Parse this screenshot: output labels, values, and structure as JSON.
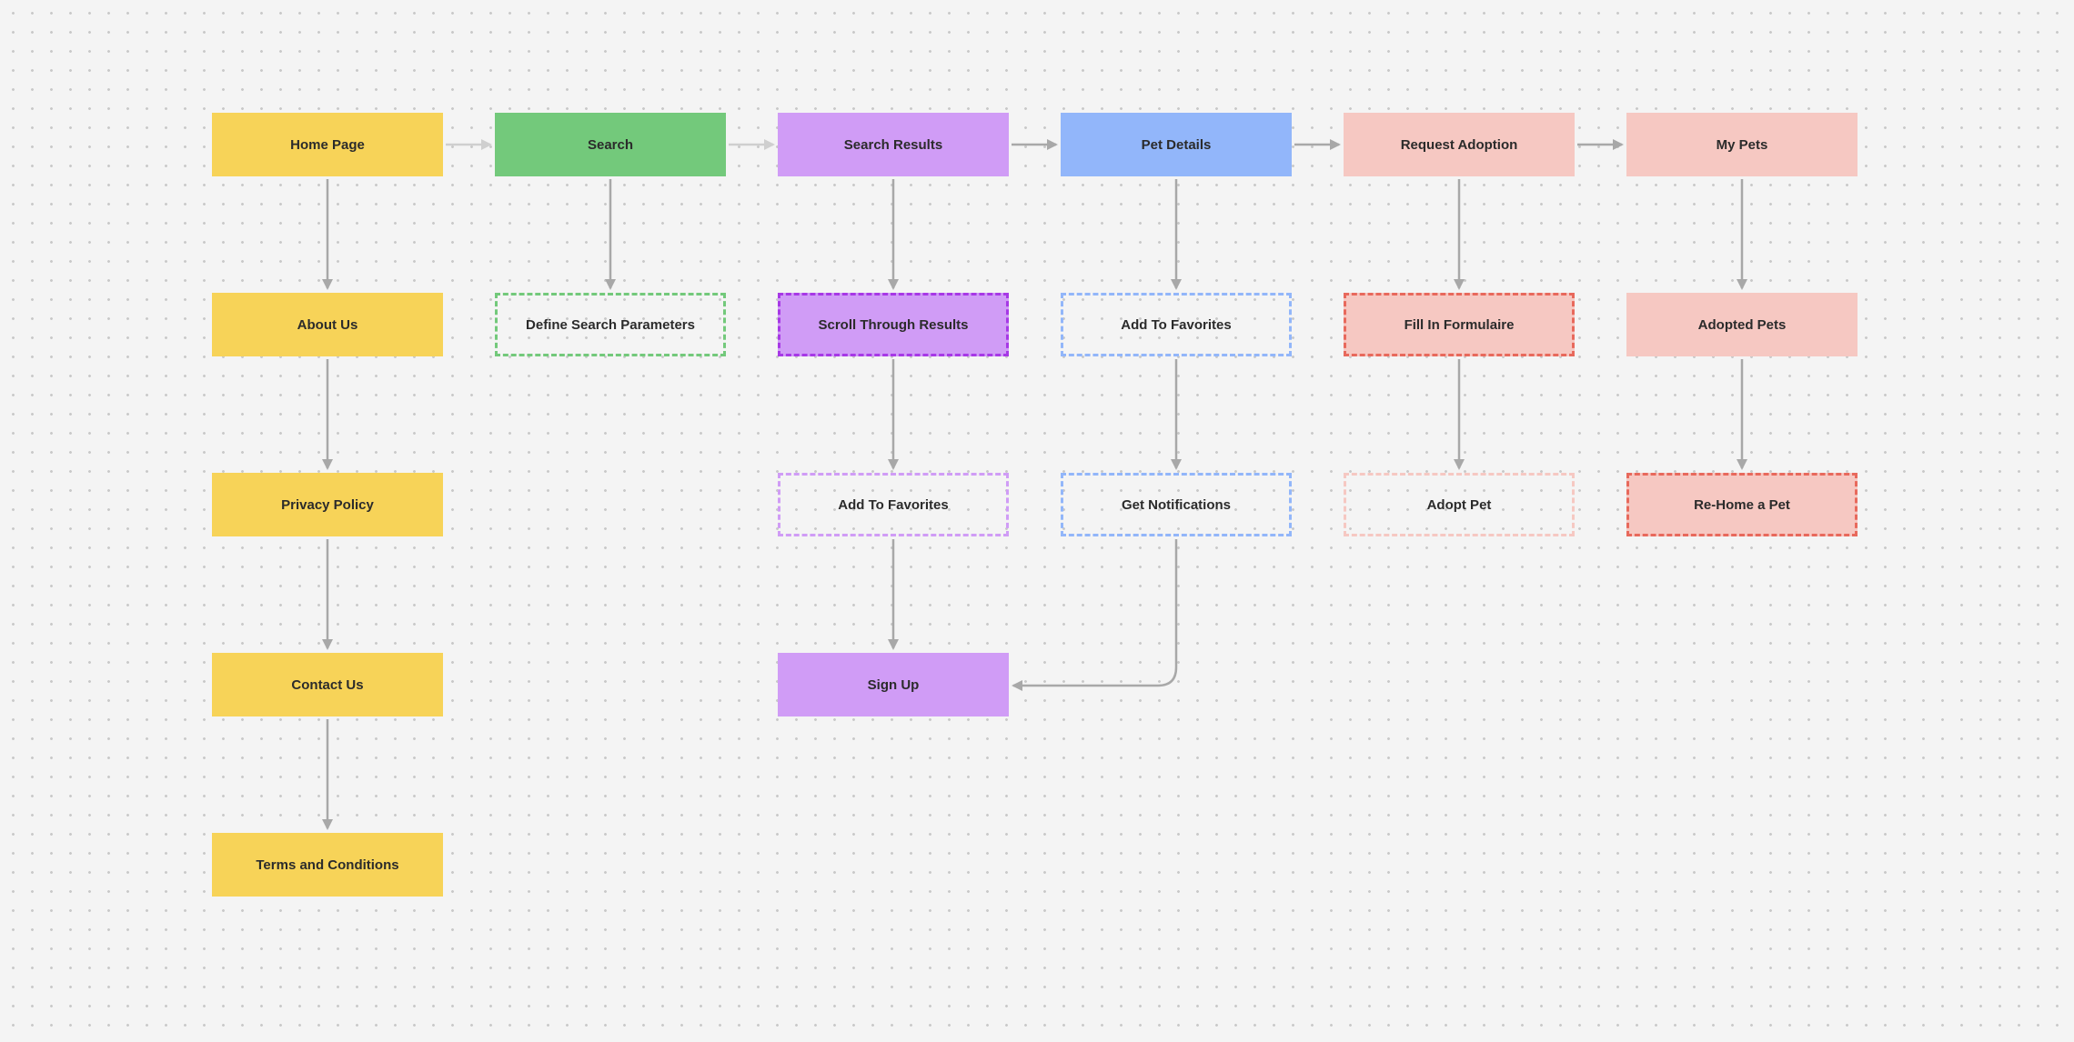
{
  "colors": {
    "background": "#f4f4f4",
    "connector": "#a8a8a8",
    "yellow": "#f7d358",
    "green": "#73c97b",
    "purple": "#d09cf6",
    "purple_dark": "#a738e6",
    "blue": "#92b6fa",
    "pink": "#f6c8c2",
    "red": "#e8695c"
  },
  "nodes": {
    "home_page": "Home Page",
    "about_us": "About Us",
    "privacy_policy": "Privacy Policy",
    "contact_us": "Contact Us",
    "terms": "Terms and Conditions",
    "search": "Search",
    "define_search": "Define Search Parameters",
    "search_results": "Search Results",
    "scroll_results": "Scroll Through Results",
    "add_favorites_results": "Add To Favorites",
    "sign_up": "Sign Up",
    "pet_details": "Pet Details",
    "add_favorites_details": "Add To Favorites",
    "get_notifications": "Get Notifications",
    "request_adoption": "Request Adoption",
    "fill_formulaire": "Fill In Formulaire",
    "adopt_pet": "Adopt Pet",
    "my_pets": "My Pets",
    "adopted_pets": "Adopted Pets",
    "rehome_pet": "Re-Home a Pet"
  }
}
